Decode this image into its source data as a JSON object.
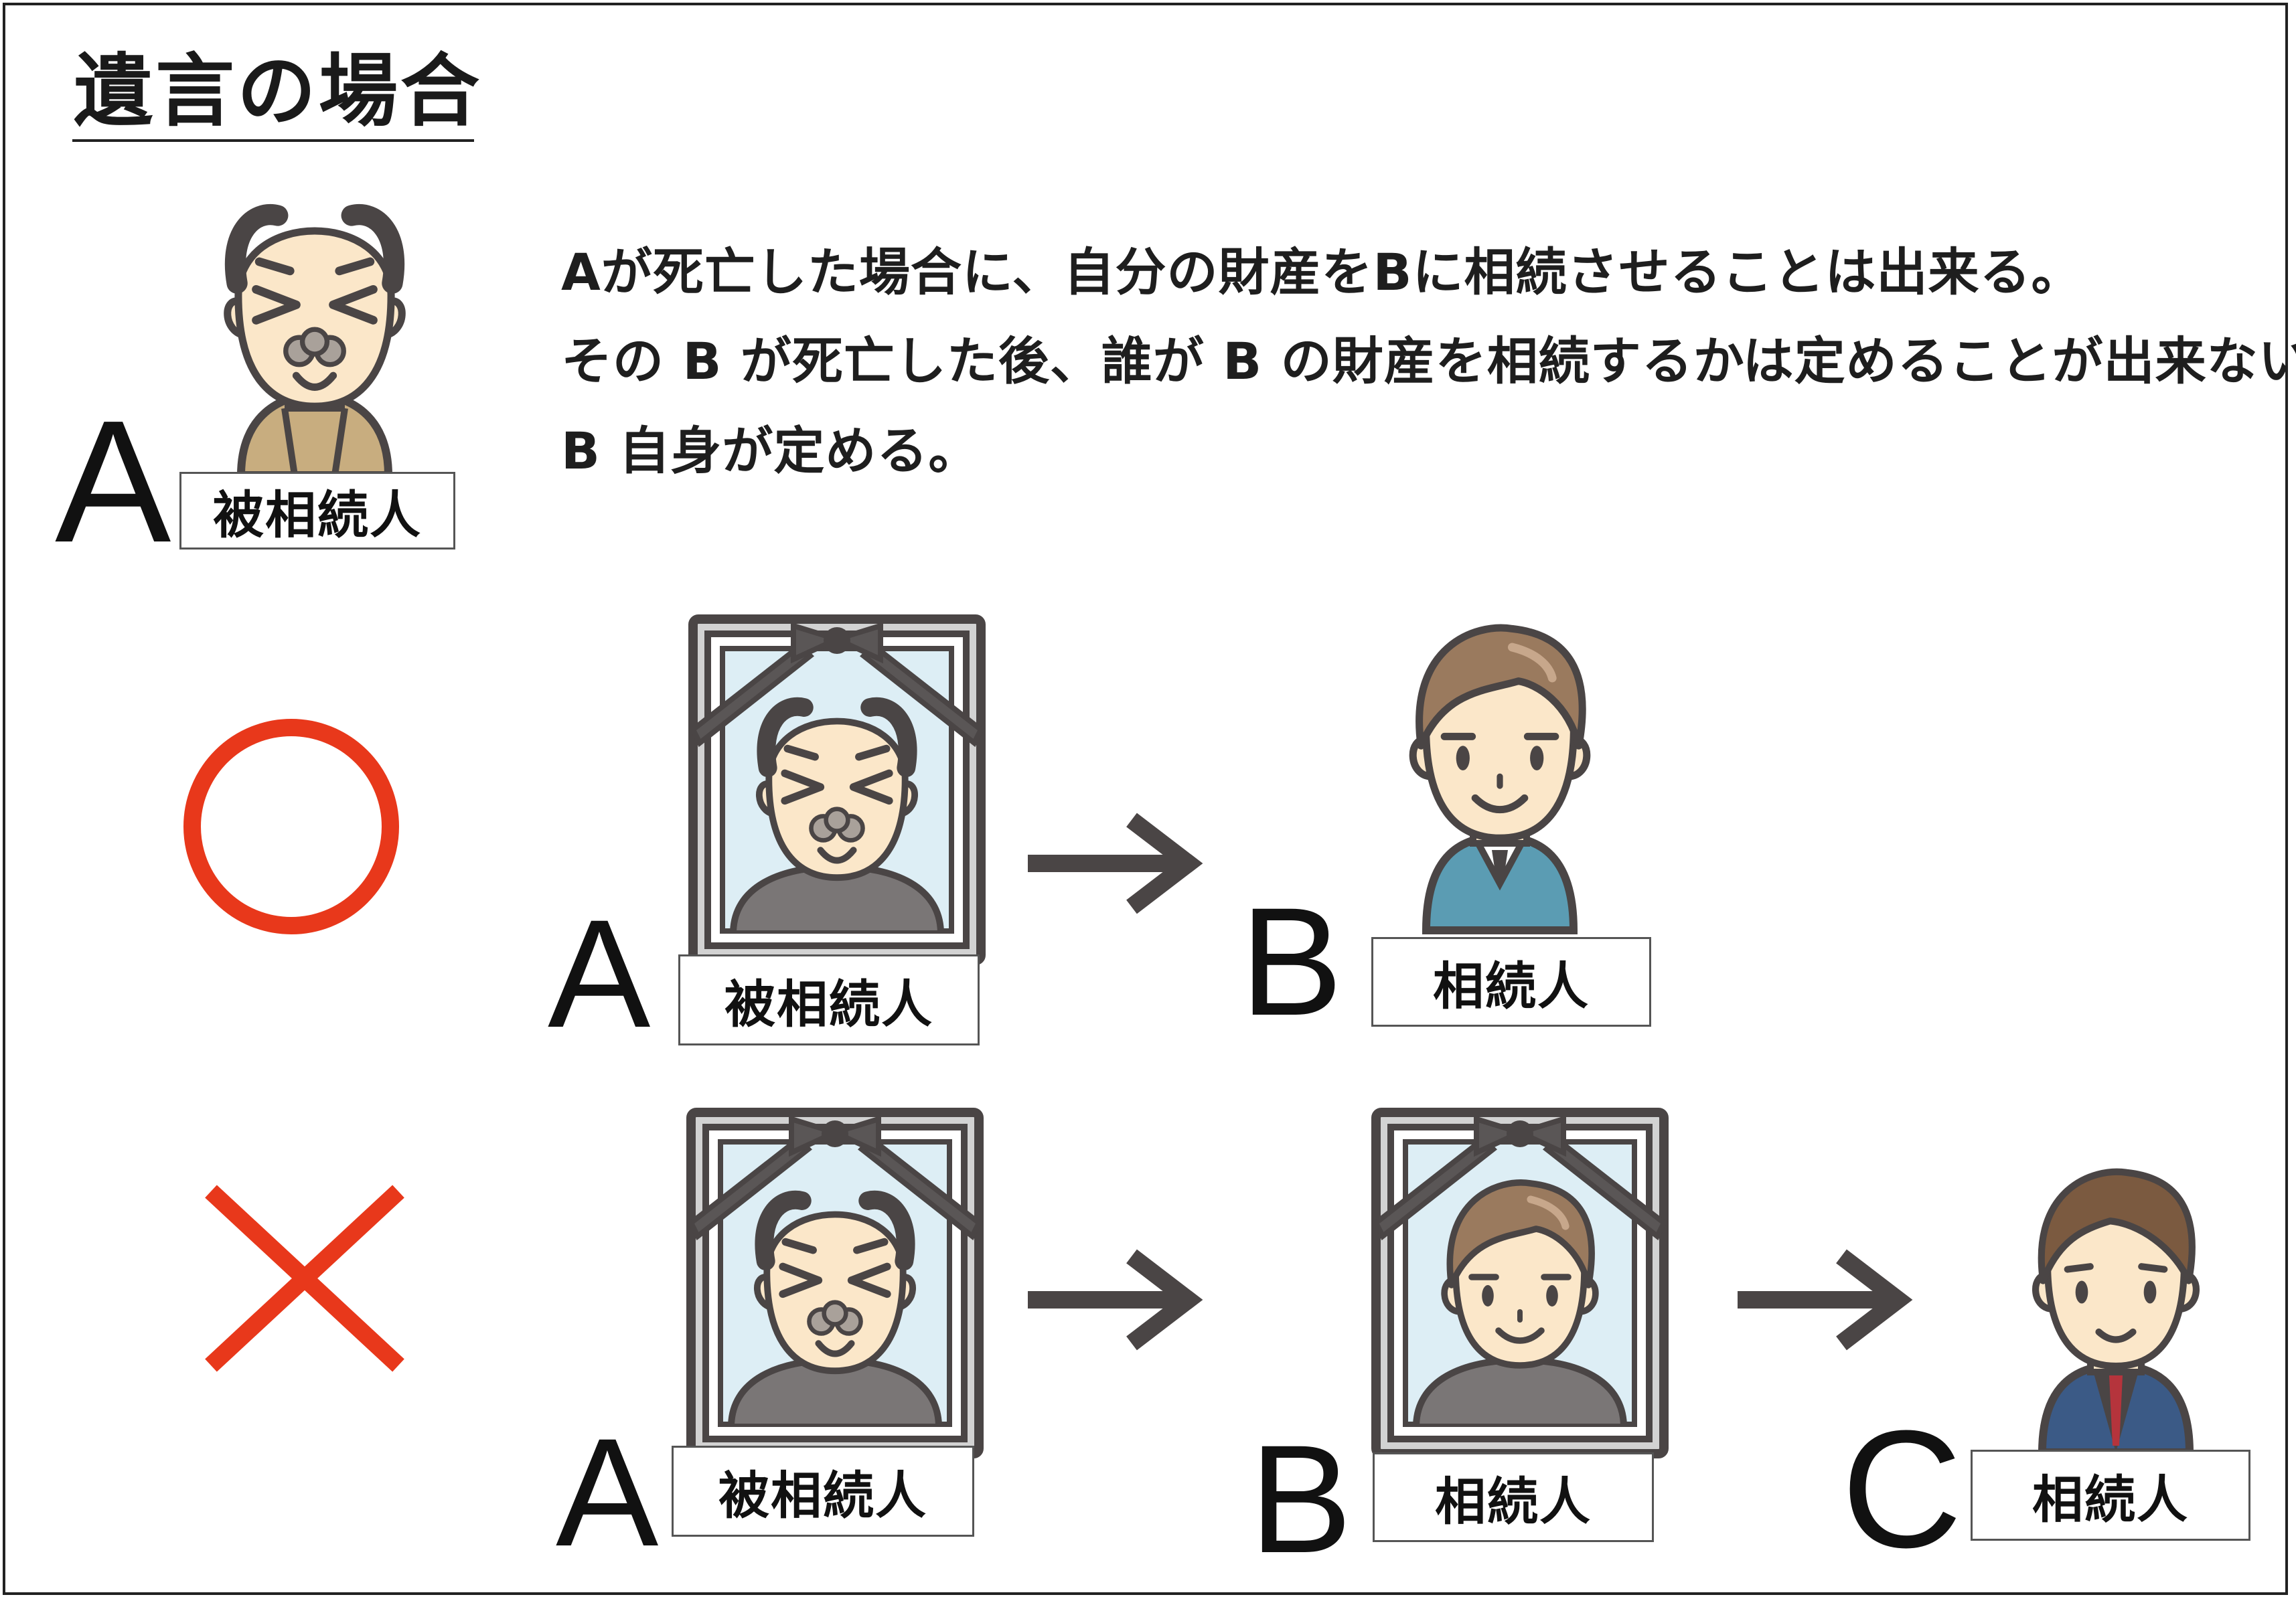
{
  "title": "遺言の場合",
  "description": [
    "Aが死亡した場合に、自分の財産をBに相続させることは出来る。",
    "その B が死亡した後、誰が B の財産を相続するかは定めることが出来ない。",
    "B 自身が定める。"
  ],
  "intro": {
    "letter": "A",
    "tag": "被相続人"
  },
  "ok_row": {
    "mark_icon": "circle-ok-icon",
    "a": {
      "letter": "A",
      "tag": "被相続人"
    },
    "b": {
      "letter": "B",
      "tag": "相続人"
    }
  },
  "ng_row": {
    "mark_icon": "cross-ng-icon",
    "a": {
      "letter": "A",
      "tag": "被相続人"
    },
    "b": {
      "letter": "B",
      "tag": "相続人"
    },
    "c": {
      "letter": "C",
      "tag": "相続人"
    }
  },
  "colors": {
    "mark_red": "#e8381b",
    "outline": "#4a4545",
    "skin": "#fbe7c9",
    "portrait_bg": "#ddeef5",
    "arrow": "#4a4545",
    "sweater": "#c8ad7f",
    "b_shirt": "#5b9cb3",
    "c_suit": "#3b5a86",
    "hair_brown": "#9a7a5e"
  }
}
